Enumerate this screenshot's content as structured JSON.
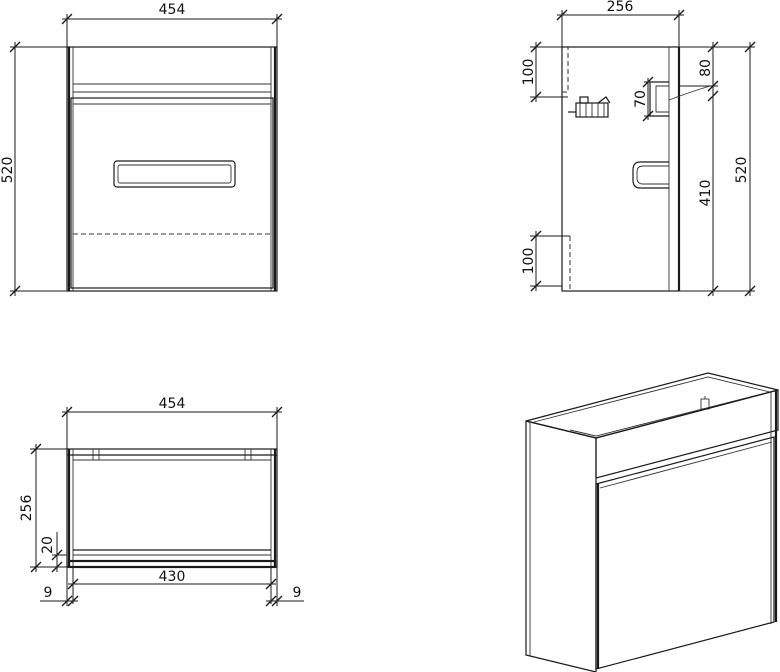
{
  "front_view": {
    "width_label": "454",
    "height_label": "520"
  },
  "side_view": {
    "depth_label": "256",
    "top_offset_label": "100",
    "bottom_offset_label": "100",
    "bracket_offset_label": "80",
    "bracket_height_label": "70",
    "lower_height_label": "410",
    "height_label": "520"
  },
  "top_view": {
    "width_label": "454",
    "depth_label": "256",
    "base_thickness_label": "20",
    "inner_width_label": "430",
    "left_panel_label": "9",
    "right_panel_label": "9"
  }
}
